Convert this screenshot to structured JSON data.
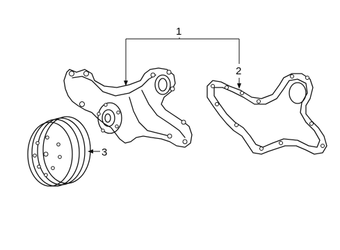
{
  "callouts": [
    {
      "label": "1",
      "part": "water-pump-assembly"
    },
    {
      "label": "2",
      "part": "gasket"
    },
    {
      "label": "3",
      "part": "pulley"
    }
  ]
}
